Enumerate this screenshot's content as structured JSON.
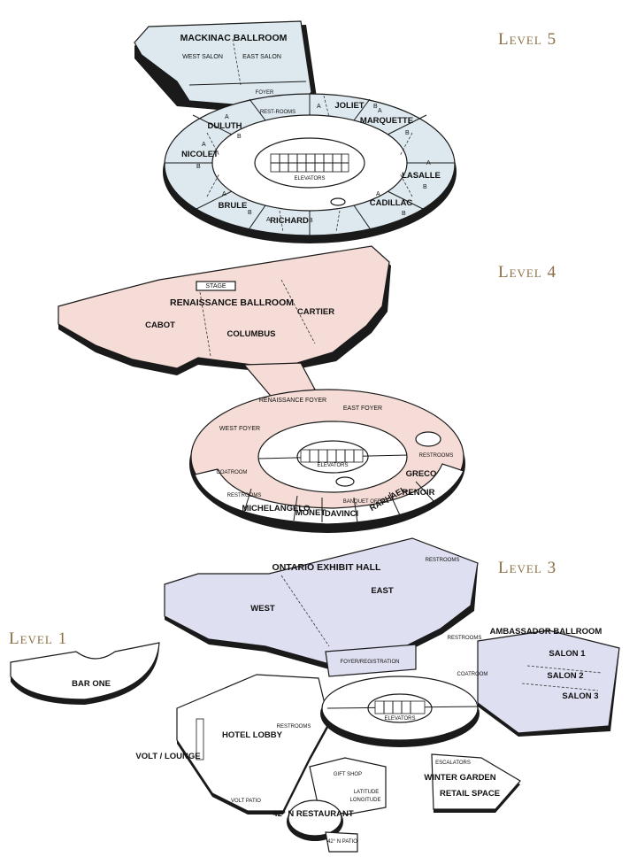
{
  "levels": {
    "level5": {
      "title": "Level 5",
      "rooms": {
        "mackinac": "MACKINAC BALLROOM",
        "west_salon": "WEST SALON",
        "east_salon": "EAST SALON",
        "foyer": "FOYER",
        "restrooms": "REST-ROOMS",
        "joliet": "JOLIET",
        "marquette": "MARQUETTE",
        "duluth": "DULUTH",
        "nicolet": "NICOLET",
        "lasalle": "LASALLE",
        "brule": "BRULE",
        "richard": "RICHARD",
        "cadillac": "CADILLAC",
        "elevators": "ELEVATORS",
        "a": "A",
        "b": "B"
      }
    },
    "level4": {
      "title": "Level 4",
      "rooms": {
        "stage": "STAGE",
        "renaissance_ballroom": "RENAISSANCE BALLROOM",
        "cabot": "CABOT",
        "columbus": "COLUMBUS",
        "cartier": "CARTIER",
        "renaissance_foyer": "RENAISSANCE FOYER",
        "east_foyer": "EAST FOYER",
        "west_foyer": "WEST FOYER",
        "elevators": "ELEVATORS",
        "restrooms_east": "RESTROOMS",
        "coatroom": "COATROOM",
        "restrooms_west": "RESTROOMS",
        "greco": "GRECO",
        "renoir": "RENOIR",
        "raphael": "RAPHAEL",
        "banquet_office": "BANQUET OFFICE",
        "michelangelo": "MICHELANGELO",
        "monet": "MONET",
        "davinci": "DAVINCI"
      }
    },
    "level3": {
      "title": "Level 3",
      "rooms": {
        "ontario": "ONTARIO EXHIBIT HALL",
        "west": "WEST",
        "east": "EAST",
        "restrooms_top": "RESTROOMS",
        "foyer_registration": "FOYER/REGISTRATION",
        "restrooms_right": "RESTROOMS",
        "ambassador": "AMBASSADOR BALLROOM",
        "coatroom": "COATROOM",
        "salon1": "SALON 1",
        "salon2": "SALON 2",
        "salon3": "SALON 3",
        "elevators": "ELEVATORS",
        "hotel_lobby": "HOTEL LOBBY",
        "restrooms_lobby": "RESTROOMS",
        "volt_lounge": "VOLT / LOUNGE",
        "escalators": "ESCALATORS",
        "winter_garden": "WINTER GARDEN",
        "retail_space": "RETAIL SPACE",
        "gift_shop": "GIFT SHOP",
        "latitude": "LATITUDE",
        "longitude": "LONGITUDE",
        "volt_patio": "VOLT PATIO",
        "restaurant": "42° N RESTAURANT",
        "patio": "42° N PATIO"
      }
    },
    "level1": {
      "title": "Level 1",
      "rooms": {
        "bar_one": "BAR ONE"
      }
    }
  },
  "colors": {
    "level5_fill": "#dde9ef",
    "level4_fill": "#f6dcd6",
    "level3_fill": "#dedff0",
    "title_color": "#8a6e44",
    "wall": "#1a1a1a"
  }
}
